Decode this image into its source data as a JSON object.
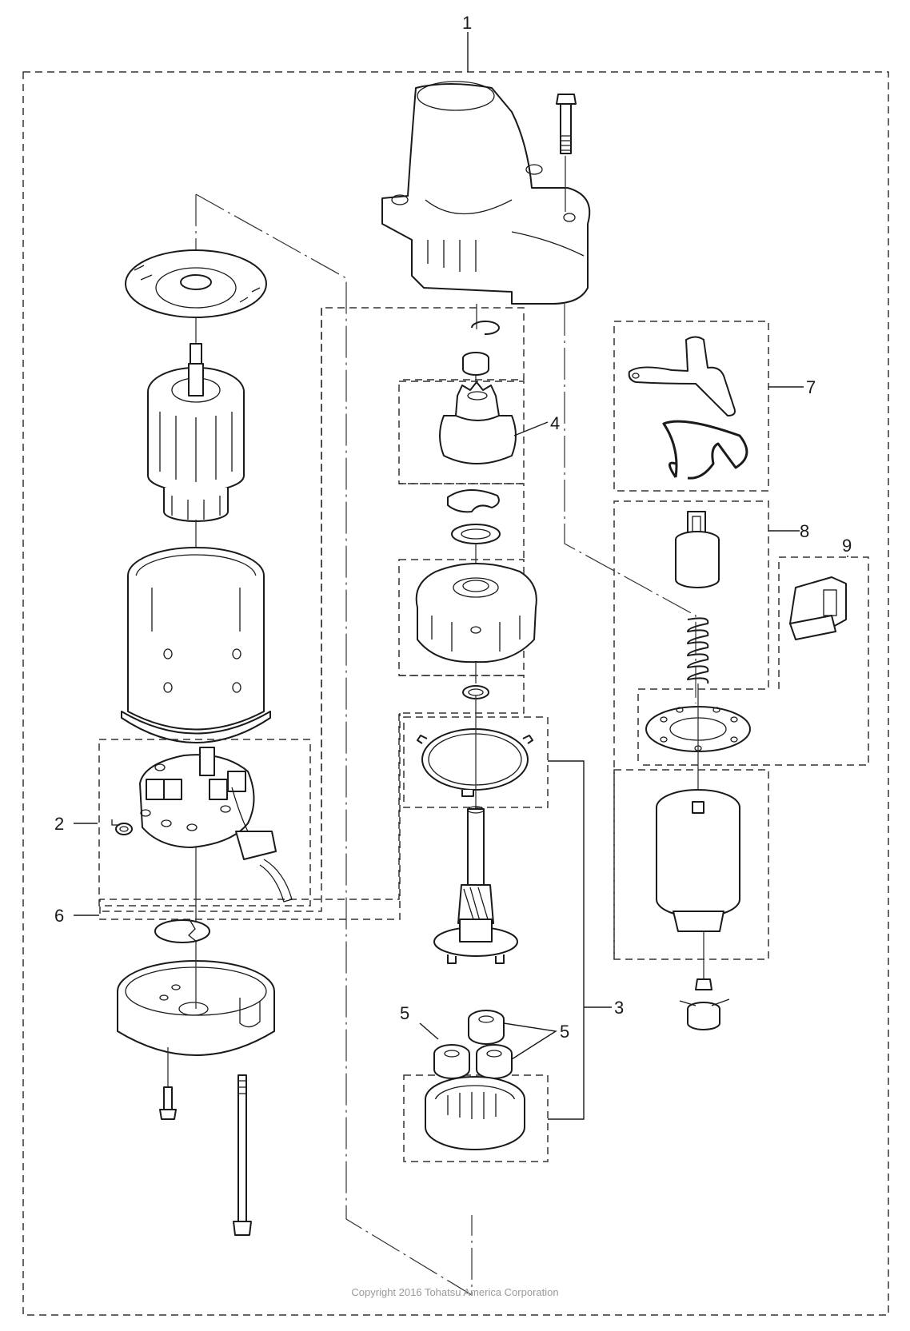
{
  "diagram": {
    "title": "Starter Motor Assembly - Exploded View",
    "callouts": [
      {
        "id": "1",
        "label": "1"
      },
      {
        "id": "2",
        "label": "2"
      },
      {
        "id": "3",
        "label": "3"
      },
      {
        "id": "4",
        "label": "4"
      },
      {
        "id": "5a",
        "label": "5"
      },
      {
        "id": "5b",
        "label": "5"
      },
      {
        "id": "6",
        "label": "6"
      },
      {
        "id": "7",
        "label": "7"
      },
      {
        "id": "8",
        "label": "8"
      },
      {
        "id": "9",
        "label": "9"
      }
    ],
    "parts": [
      "drive-housing",
      "housing-bolt",
      "snap-ring",
      "pinion-stop-collar",
      "pinion-clutch",
      "e-clip",
      "thrust-washer",
      "bearing-housing",
      "small-washer",
      "gear-retainer-plate",
      "planet-carrier-shaft",
      "planet-gear",
      "internal-ring-gear",
      "armature-end-plate",
      "armature",
      "yoke",
      "brush-holder",
      "brush-spring",
      "insulator-plate",
      "end-cover",
      "cover-screw",
      "through-bolt",
      "shift-lever",
      "lever-spring",
      "plunger",
      "plunger-spring",
      "solenoid-gasket",
      "solenoid-switch",
      "solenoid-nut",
      "terminal-boot",
      "terminal-cap"
    ]
  },
  "footer": {
    "copyright": "Copyright 2016 Tohatsu America Corporation"
  }
}
